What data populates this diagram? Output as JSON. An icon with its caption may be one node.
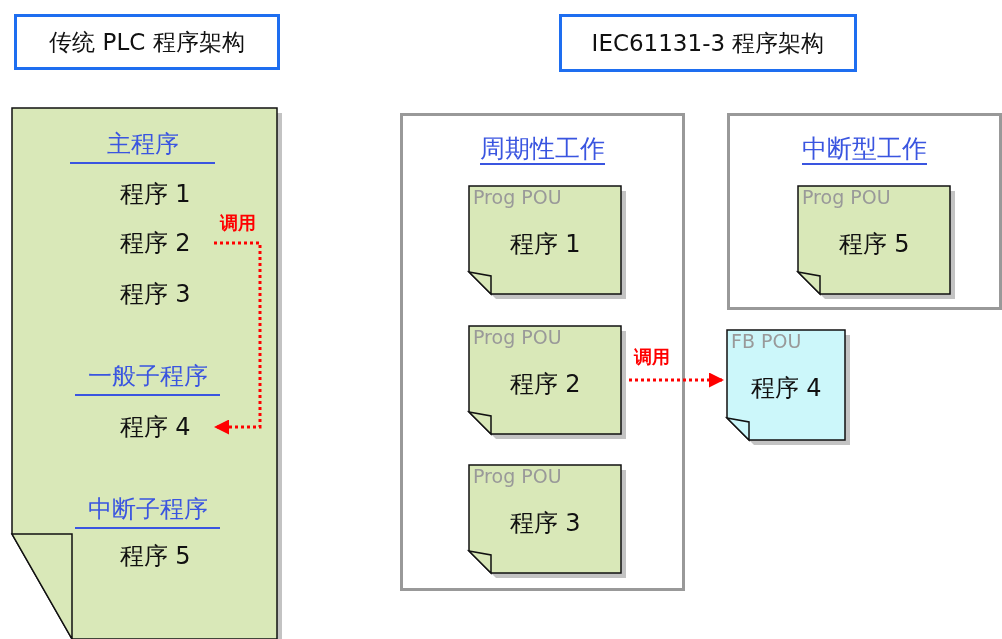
{
  "diagram": {
    "nodes": [
      {
        "text": [
          "传统 PLC 程序架构"
        ]
      },
      {
        "text": [
          "IEC61131-3 程序架构"
        ]
      },
      {
        "text": [],
        "shape": "box"
      },
      {
        "text": [
          "程序 1"
        ],
        "in": 2
      },
      {
        "text": [
          "程序 2"
        ],
        "in": 2
      },
      {
        "text": [
          "程序 3"
        ],
        "in": 2
      },
      {
        "text": [
          "程序 4"
        ],
        "in": 2
      },
      {
        "text": [
          "程序 5"
        ],
        "in": 2
      },
      {
        "text": [
          "周期性工作"
        ]
      },
      {
        "text": [
          "Prog POU",
          "程序 1"
        ],
        "in": 8
      },
      {
        "text": [
          "Prog POU",
          "程序 2"
        ],
        "in": 8
      },
      {
        "text": [
          "Prog POU",
          "程序 3"
        ],
        "in": 8
      },
      {
        "text": [
          "中断型工作"
        ]
      },
      {
        "text": [
          "Prog POU",
          "程序 5"
        ],
        "in": 12
      },
      {
        "text": [
          "FB POU",
          "程序 4"
        ]
      }
    ],
    "edges": [
      {
        "from": 4,
        "to": 6,
        "arrow": "to",
        "label": "调用",
        "style": "dashed",
        "color": "#ff0000"
      },
      {
        "from": 10,
        "to": 14,
        "arrow": "to",
        "label": "调用",
        "style": "dashed",
        "color": "#ff0000"
      }
    ],
    "labels": [
      "主程序",
      "一般子程序",
      "中断子程序"
    ]
  }
}
